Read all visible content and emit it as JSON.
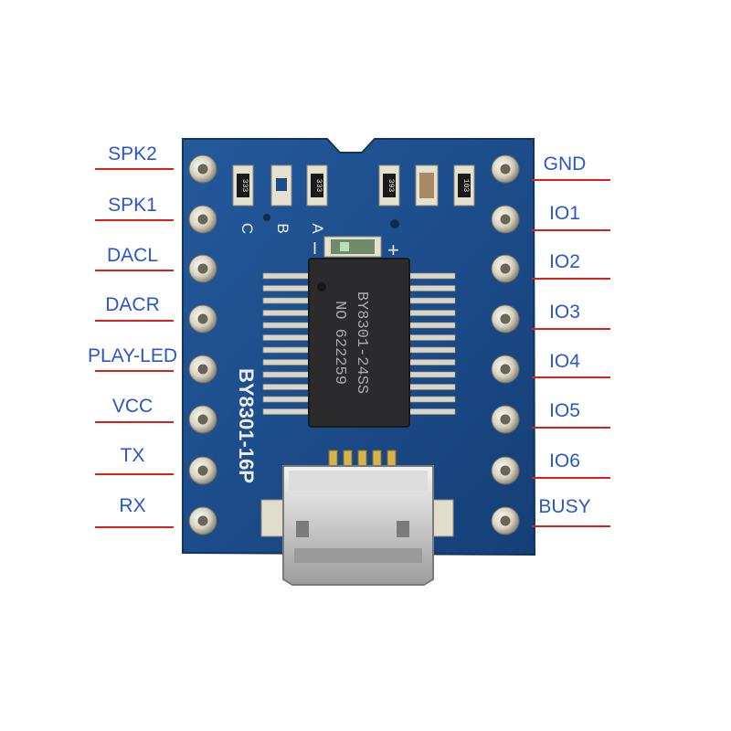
{
  "module": {
    "board_silkscreen": "BY8301-16P",
    "chip_marking_line1": "BY8301-24SS",
    "chip_marking_line2": "NO 622259",
    "jumper_labels": [
      "C",
      "B",
      "A"
    ],
    "resistor_codes": [
      "333",
      "333",
      "393",
      "103"
    ],
    "led_polarity_minus": "I",
    "led_polarity_plus": "+"
  },
  "left_pins": [
    {
      "label": "SPK2"
    },
    {
      "label": "SPK1"
    },
    {
      "label": "DACL"
    },
    {
      "label": "DACR"
    },
    {
      "label": "PLAY-LED"
    },
    {
      "label": "VCC"
    },
    {
      "label": "TX"
    },
    {
      "label": "RX"
    }
  ],
  "right_pins": [
    {
      "label": "GND"
    },
    {
      "label": "IO1"
    },
    {
      "label": "IO2"
    },
    {
      "label": "IO3"
    },
    {
      "label": "IO4"
    },
    {
      "label": "IO5"
    },
    {
      "label": "IO6"
    },
    {
      "label": "BUSY"
    }
  ],
  "colors": {
    "pcb": "#1d4f8e",
    "pcb_edge": "#163f73",
    "label_text": "#2a56c6",
    "leader_line": "#d8201c",
    "chip": "#2b2b2e",
    "gold": "#c9a440"
  }
}
